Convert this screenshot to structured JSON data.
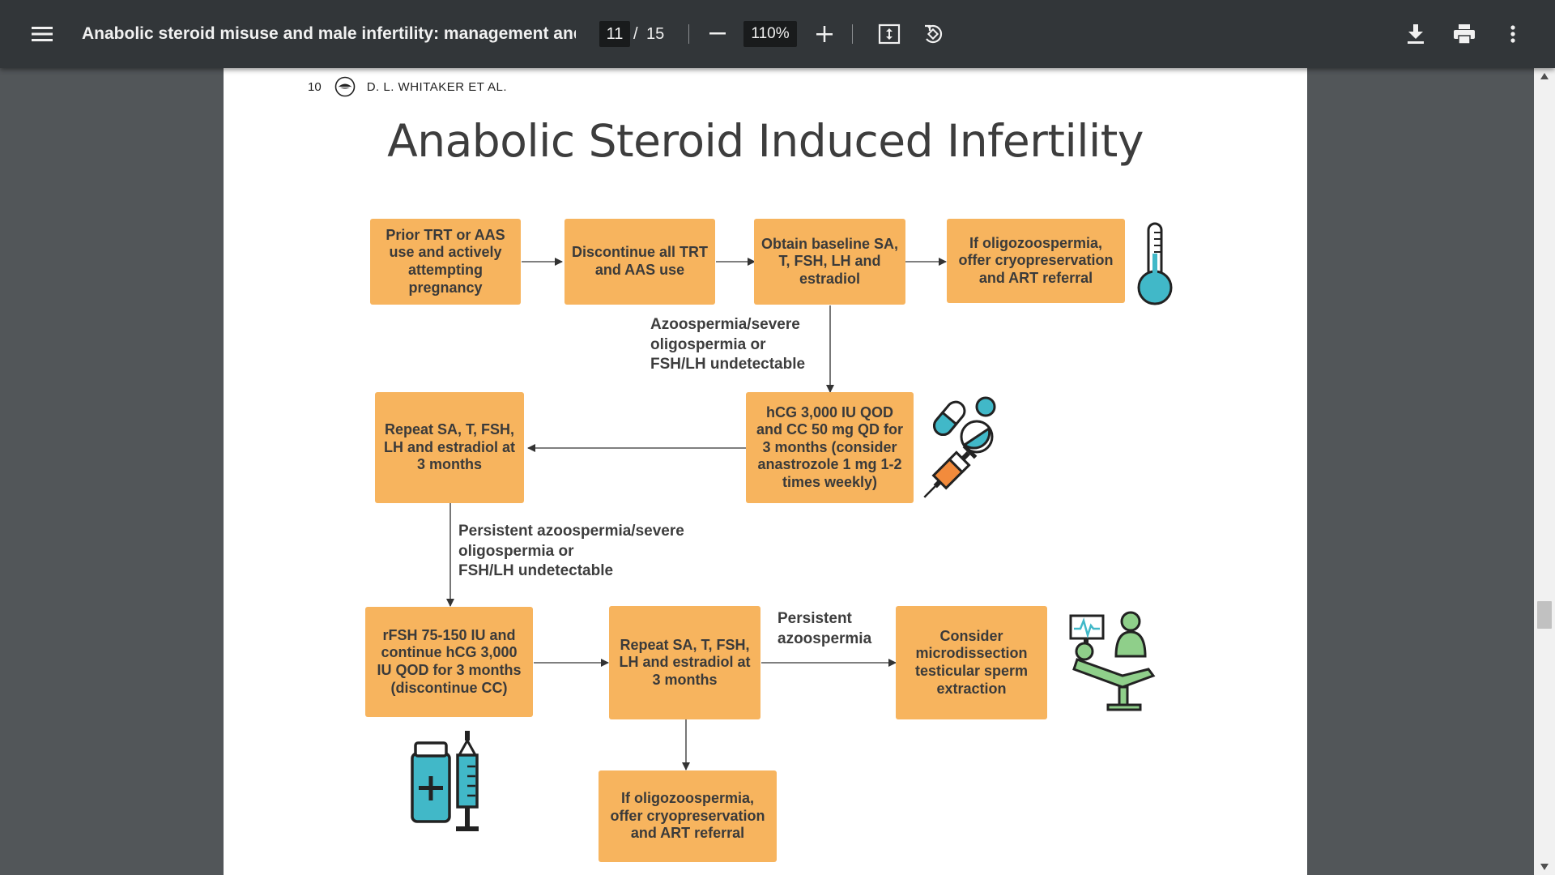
{
  "toolbar": {
    "menu_icon": "hamburger-menu-icon",
    "title": "Anabolic steroid misuse and male infertility: management and ...",
    "current_page": "11",
    "page_separator": "/",
    "total_pages": "15",
    "zoom_level": "110%",
    "icons": {
      "zoom_out": "minus-icon",
      "zoom_in": "plus-icon",
      "fit_page": "fit-to-page-icon",
      "rotate": "rotate-icon",
      "download": "download-icon",
      "print": "print-icon",
      "more": "more-vert-icon"
    }
  },
  "page": {
    "running_head": {
      "page_number": "10",
      "authors": "D. L. WHITAKER ET AL."
    },
    "figure": {
      "title": "Anabolic Steroid Induced Infertility",
      "box_color": "#f7b45e",
      "boxes": {
        "prior_use": "Prior TRT or AAS use and actively attempting pregnancy",
        "discontinue": "Discontinue all TRT and AAS use",
        "baseline": "Obtain baseline SA, T, FSH, LH and estradiol",
        "cryo_top": "If oligozoospermia, offer cryopreservation and ART referral",
        "hcg": "hCG 3,000 IU QOD and CC 50 mg QD for 3 months (consider anastrozole 1 mg 1-2 times  weekly)",
        "repeat_1": "Repeat SA, T, FSH, LH and estradiol at 3 months",
        "rfsh": "rFSH 75-150 IU and continue hCG 3,000 IU QOD for 3 months (discontinue CC)",
        "repeat_2": "Repeat SA, T, FSH, LH and estradiol at 3 months",
        "microtese": "Consider microdissection testicular sperm extraction",
        "cryo_bottom": "If oligozoospermia, offer cryopreservation and ART referral"
      },
      "edge_labels": {
        "azoo_1": [
          "Azoospermia/severe",
          "oligospermia or",
          "FSH/LH undetectable"
        ],
        "azoo_2": [
          "Persistent azoospermia/severe",
          "oligospermia or",
          "FSH/LH undetectable"
        ],
        "persistent": [
          "Persistent",
          "azoospermia"
        ]
      },
      "illustrations": [
        "thermometer-icon",
        "pills-icon",
        "syringe-icon",
        "medicine-vial-icon",
        "doctor-patient-icon"
      ]
    }
  },
  "colors": {
    "toolbar_bg": "#323639",
    "viewer_bg": "#525659",
    "box_fill": "#f7b45e",
    "icon_teal": "#41b8c8",
    "icon_green": "#8fcf8a"
  }
}
